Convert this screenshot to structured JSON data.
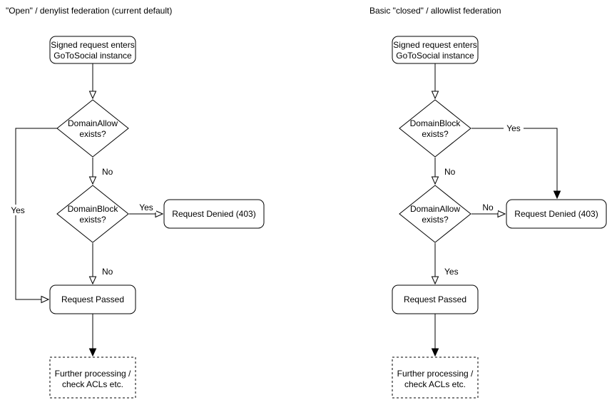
{
  "page": {
    "background": "#ffffff"
  },
  "diagram": {
    "colors": {
      "stroke": "#000000",
      "node_fill": "#ffffff",
      "text": "#000000"
    },
    "left": {
      "title": "\"Open\" / denylist federation (current default)",
      "start": {
        "line1": "Signed request enters",
        "line2": "GoToSocial instance"
      },
      "decision_allow": {
        "line1": "DomainAllow",
        "line2": "exists?"
      },
      "decision_block": {
        "line1": "DomainBlock",
        "line2": "exists?"
      },
      "denied": "Request Denied (403)",
      "passed": "Request Passed",
      "further": {
        "line1": "Further processing /",
        "line2": "check ACLs etc."
      },
      "labels": {
        "allow_yes": "Yes",
        "allow_no": "No",
        "block_yes": "Yes",
        "block_no": "No"
      }
    },
    "right": {
      "title": "Basic \"closed\" / allowlist federation",
      "start": {
        "line1": "Signed request enters",
        "line2": "GoToSocial instance"
      },
      "decision_block": {
        "line1": "DomainBlock",
        "line2": "exists?"
      },
      "decision_allow": {
        "line1": "DomainAllow",
        "line2": "exists?"
      },
      "denied": "Request Denied (403)",
      "passed": "Request Passed",
      "further": {
        "line1": "Further processing /",
        "line2": "check ACLs etc."
      },
      "labels": {
        "block_yes": "Yes",
        "block_no": "No",
        "allow_no": "No",
        "allow_yes": "Yes"
      }
    }
  }
}
